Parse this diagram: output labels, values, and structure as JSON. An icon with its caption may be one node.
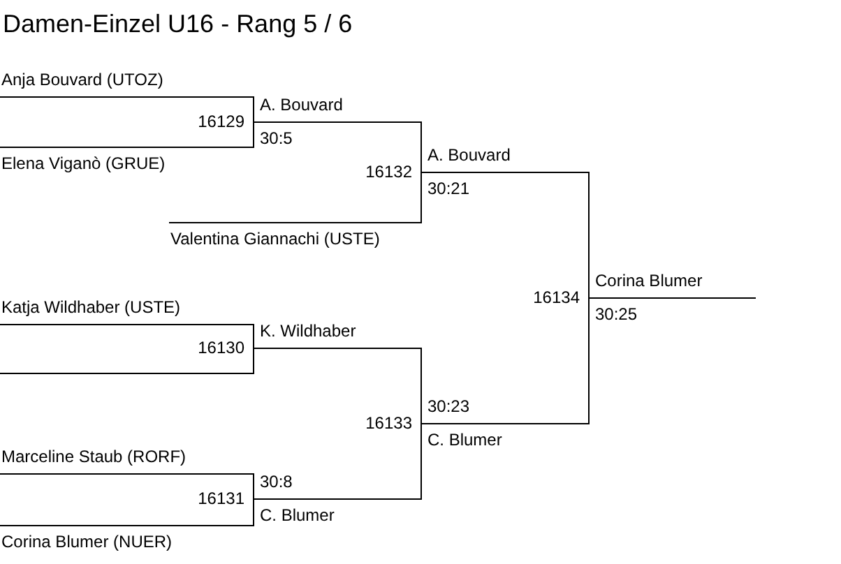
{
  "diagram": {
    "title": "Damen-Einzel U16 - Rang 5 / 6",
    "nodes": [
      {
        "text": [
          "Anja Bouvard (UTOZ)"
        ]
      },
      {
        "text": [
          "A. Bouvard",
          "30:5"
        ],
        "beside": [
          "16129"
        ]
      },
      {
        "text": [
          "Elena Viganò (GRUE)"
        ]
      },
      {
        "text": [
          "A. Bouvard",
          "30:21"
        ],
        "beside": [
          "16132"
        ]
      },
      {
        "text": [
          "Valentina Giannachi (USTE)"
        ]
      },
      {
        "text": [
          "Corina Blumer",
          "30:25"
        ],
        "beside": [
          "16134"
        ]
      },
      {
        "text": [
          "Katja Wildhaber (USTE)"
        ]
      },
      {
        "text": [
          "K. Wildhaber"
        ],
        "beside": [
          "16130"
        ]
      },
      {
        "text": [],
        "shape": "line"
      },
      {
        "text": [
          "30:23",
          "C. Blumer"
        ],
        "beside": [
          "16133"
        ]
      },
      {
        "text": [
          "Marceline Staub (RORF)"
        ]
      },
      {
        "text": [
          "30:8",
          "C. Blumer"
        ],
        "beside": [
          "16131"
        ]
      },
      {
        "text": [
          "Corina Blumer (NUER)"
        ]
      }
    ],
    "edges": [
      {
        "from": 0,
        "to": 1,
        "arrow": "none"
      },
      {
        "from": 2,
        "to": 1,
        "arrow": "none"
      },
      {
        "from": 1,
        "to": 3,
        "arrow": "none"
      },
      {
        "from": 4,
        "to": 3,
        "arrow": "none"
      },
      {
        "from": 3,
        "to": 5,
        "arrow": "none"
      },
      {
        "from": 6,
        "to": 7,
        "arrow": "none"
      },
      {
        "from": 8,
        "to": 7,
        "arrow": "none"
      },
      {
        "from": 7,
        "to": 9,
        "arrow": "none"
      },
      {
        "from": 10,
        "to": 11,
        "arrow": "none"
      },
      {
        "from": 12,
        "to": 11,
        "arrow": "none"
      },
      {
        "from": 11,
        "to": 9,
        "arrow": "none"
      },
      {
        "from": 9,
        "to": 5,
        "arrow": "none"
      }
    ]
  }
}
